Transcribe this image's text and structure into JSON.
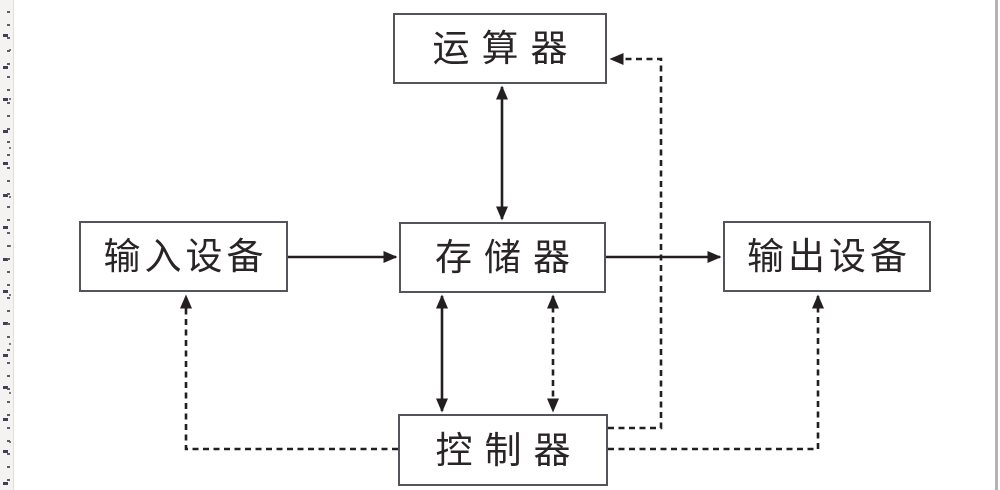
{
  "diagram": {
    "type": "block-diagram",
    "subject": "computer-architecture",
    "nodes": {
      "alu": {
        "label": "运算器"
      },
      "input": {
        "label": "输入设备"
      },
      "memory": {
        "label": "存储器"
      },
      "output": {
        "label": "输出设备"
      },
      "controller": {
        "label": "控制器"
      }
    },
    "edges": [
      {
        "from": "alu",
        "to": "memory",
        "style": "solid",
        "arrows": "both"
      },
      {
        "from": "input",
        "to": "memory",
        "style": "solid",
        "arrows": "end"
      },
      {
        "from": "memory",
        "to": "output",
        "style": "solid",
        "arrows": "end"
      },
      {
        "from": "memory",
        "to": "controller",
        "style": "solid",
        "arrows": "both"
      },
      {
        "from": "memory",
        "to": "controller",
        "style": "dashed",
        "arrows": "both"
      },
      {
        "from": "controller",
        "to": "alu",
        "style": "dashed",
        "arrows": "end"
      },
      {
        "from": "controller",
        "to": "input",
        "style": "dashed",
        "arrows": "end"
      },
      {
        "from": "controller",
        "to": "output",
        "style": "dashed",
        "arrows": "end"
      }
    ],
    "colors": {
      "line": "#231f20",
      "box_border": "#54555a",
      "text": "#292425",
      "background": "#ffffff",
      "ruler_background": "#f4f3f1",
      "page_edge": "#b3b3b3"
    }
  }
}
